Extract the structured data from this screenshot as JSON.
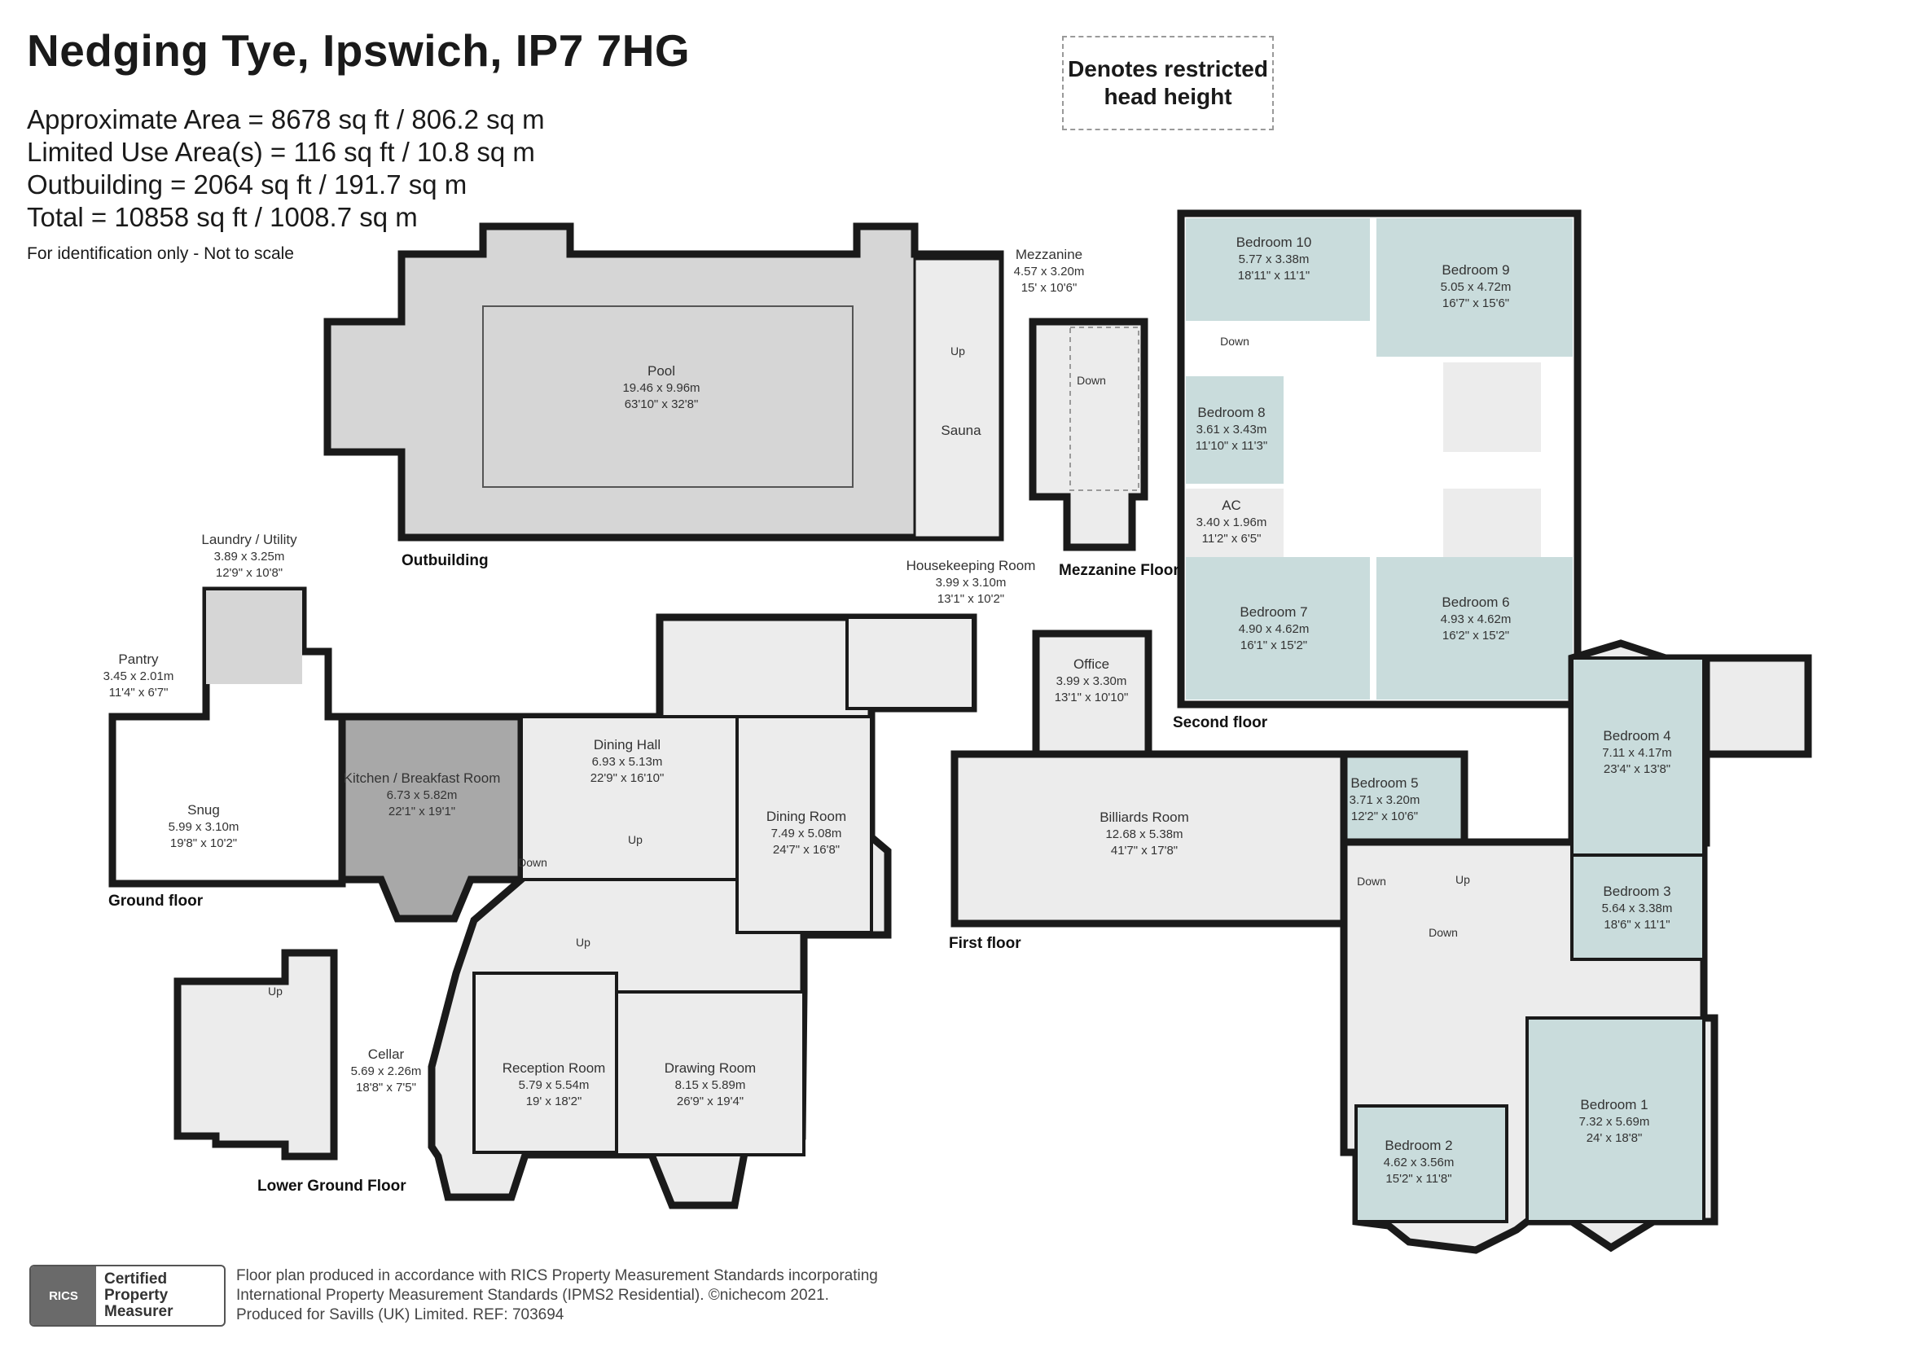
{
  "title": "Nedging Tye, Ipswich, IP7 7HG",
  "areas": [
    "Approximate Area = 8678 sq ft / 806.2 sq m",
    "Limited Use Area(s) = 116 sq ft / 10.8 sq m",
    "Outbuilding = 2064 sq ft / 191.7 sq m",
    "Total = 10858 sq ft / 1008.7 sq m"
  ],
  "note": "For identification only - Not to scale",
  "legend": "Denotes restricted head height",
  "floors": {
    "outbuilding": "Outbuilding",
    "mezzanine": "Mezzanine Floor",
    "second": "Second floor",
    "ground": "Ground floor",
    "first": "First floor",
    "lower": "Lower Ground Floor"
  },
  "rooms": {
    "pool": {
      "name": "Pool",
      "m": "19.46 x 9.96m",
      "ft": "63'10\" x 32'8\""
    },
    "sauna": {
      "name": "Sauna"
    },
    "mezzanine": {
      "name": "Mezzanine",
      "m": "4.57 x 3.20m",
      "ft": "15' x 10'6\""
    },
    "bed10": {
      "name": "Bedroom 10",
      "m": "5.77 x 3.38m",
      "ft": "18'11\" x 11'1\""
    },
    "bed9": {
      "name": "Bedroom 9",
      "m": "5.05 x 4.72m",
      "ft": "16'7\" x 15'6\""
    },
    "bed8": {
      "name": "Bedroom 8",
      "m": "3.61 x 3.43m",
      "ft": "11'10\" x 11'3\""
    },
    "ac": {
      "name": "AC",
      "m": "3.40 x 1.96m",
      "ft": "11'2\" x 6'5\""
    },
    "bed7": {
      "name": "Bedroom 7",
      "m": "4.90 x 4.62m",
      "ft": "16'1\" x 15'2\""
    },
    "bed6": {
      "name": "Bedroom 6",
      "m": "4.93 x 4.62m",
      "ft": "16'2\" x 15'2\""
    },
    "laundry": {
      "name": "Laundry / Utility",
      "m": "3.89 x 3.25m",
      "ft": "12'9\" x 10'8\""
    },
    "housekeeping": {
      "name": "Housekeeping Room",
      "m": "3.99 x 3.10m",
      "ft": "13'1\" x 10'2\""
    },
    "pantry": {
      "name": "Pantry",
      "m": "3.45 x 2.01m",
      "ft": "11'4\" x 6'7\""
    },
    "kitchen": {
      "name": "Kitchen / Breakfast Room",
      "m": "6.73 x 5.82m",
      "ft": "22'1\" x 19'1\""
    },
    "dininghall": {
      "name": "Dining Hall",
      "m": "6.93 x 5.13m",
      "ft": "22'9\" x 16'10\""
    },
    "diningroom": {
      "name": "Dining Room",
      "m": "7.49 x 5.08m",
      "ft": "24'7\" x 16'8\""
    },
    "snug": {
      "name": "Snug",
      "m": "5.99 x 3.10m",
      "ft": "19'8\" x 10'2\""
    },
    "office": {
      "name": "Office",
      "m": "3.99 x 3.30m",
      "ft": "13'1\" x 10'10\""
    },
    "billiards": {
      "name": "Billiards Room",
      "m": "12.68 x 5.38m",
      "ft": "41'7\" x 17'8\""
    },
    "bed5": {
      "name": "Bedroom 5",
      "m": "3.71 x 3.20m",
      "ft": "12'2\" x 10'6\""
    },
    "bed4": {
      "name": "Bedroom 4",
      "m": "7.11 x 4.17m",
      "ft": "23'4\" x 13'8\""
    },
    "bed3": {
      "name": "Bedroom 3",
      "m": "5.64 x 3.38m",
      "ft": "18'6\" x 11'1\""
    },
    "cellar": {
      "name": "Cellar",
      "m": "5.69 x 2.26m",
      "ft": "18'8\" x 7'5\""
    },
    "reception": {
      "name": "Reception Room",
      "m": "5.79 x 5.54m",
      "ft": "19' x 18'2\""
    },
    "drawing": {
      "name": "Drawing Room",
      "m": "8.15 x 5.89m",
      "ft": "26'9\" x 19'4\""
    },
    "bed2": {
      "name": "Bedroom 2",
      "m": "4.62 x 3.56m",
      "ft": "15'2\" x 11'8\""
    },
    "bed1": {
      "name": "Bedroom 1",
      "m": "7.32 x 5.69m",
      "ft": "24' x 18'8\""
    }
  },
  "stair_labels": {
    "up": "Up",
    "down": "Down"
  },
  "certification": {
    "badge": "RICS",
    "lines": [
      "Certified",
      "Property",
      "Measurer"
    ]
  },
  "footer": [
    "Floor plan produced in accordance with RICS Property Measurement Standards incorporating",
    "International Property Measurement Standards (IPMS2 Residential).  ©nichecom 2021.",
    "Produced for Savills (UK) Limited.   REF:  703694"
  ],
  "colors": {
    "wall": "#1a1a1a",
    "gray_fill": "#d6d6d6",
    "dark_gray_fill": "#a8a8a8",
    "blue_fill": "#c9dcdc",
    "light_fill": "#ececec"
  }
}
